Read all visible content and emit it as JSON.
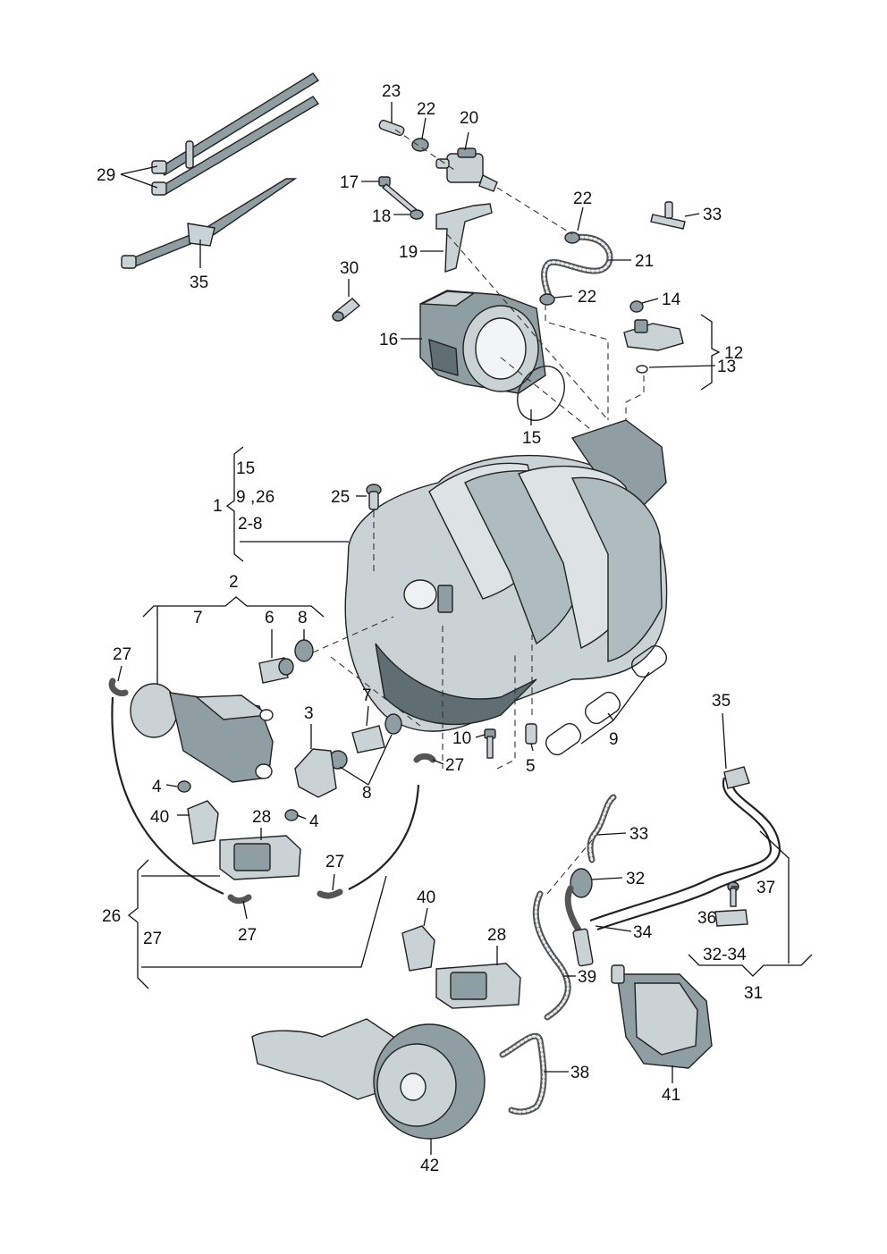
{
  "diagram": {
    "callouts": [
      "1",
      "2",
      "2-8",
      "3",
      "4",
      "4",
      "5",
      "6",
      "7",
      "7",
      "8",
      "8",
      "9",
      "9",
      "9",
      "10",
      "12",
      "13",
      "14",
      "15",
      "15",
      "16",
      "17",
      "18",
      "19",
      "20",
      "21",
      "22",
      "22",
      "22",
      "23",
      "25",
      "26",
      "26",
      "27",
      "27",
      "27",
      "27",
      "27",
      "28",
      "28",
      "29",
      "30",
      "31",
      "32",
      "32-34",
      "33",
      "33",
      "34",
      "35",
      "35",
      "35",
      "36",
      "37",
      "38",
      "39",
      "40",
      "40",
      "41",
      "42"
    ]
  }
}
